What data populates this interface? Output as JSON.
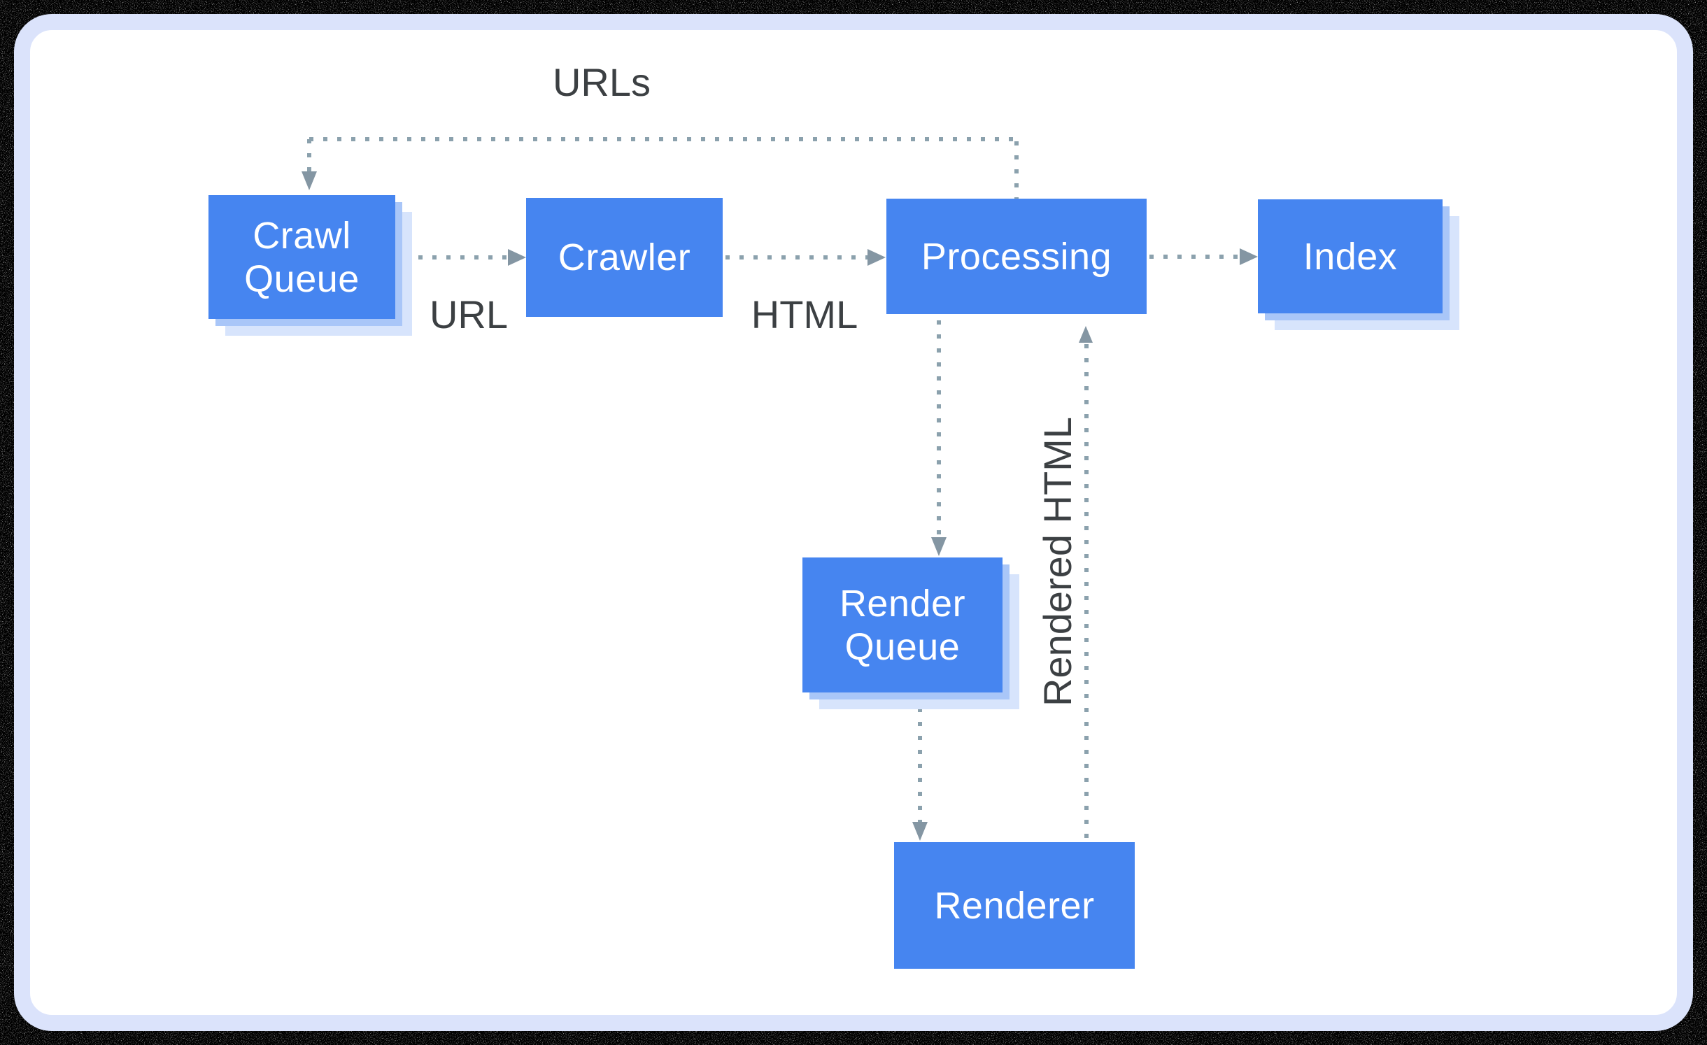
{
  "diagram": {
    "nodes": {
      "crawl_queue": {
        "label": "Crawl Queue",
        "lines": [
          "Crawl",
          "Queue"
        ],
        "shadowed": true
      },
      "crawler": {
        "label": "Crawler",
        "shadowed": false
      },
      "processing": {
        "label": "Processing",
        "shadowed": false
      },
      "index": {
        "label": "Index",
        "shadowed": true
      },
      "render_queue": {
        "label": "Render Queue",
        "lines": [
          "Render",
          "Queue"
        ],
        "shadowed": true
      },
      "renderer": {
        "label": "Renderer",
        "shadowed": false
      }
    },
    "labels": {
      "urls": "URLs",
      "url": "URL",
      "html": "HTML",
      "rendered_html": "Rendered HTML"
    },
    "edges": [
      {
        "from": "Crawl Queue",
        "to": "Crawler",
        "label": "URL",
        "style": "dotted"
      },
      {
        "from": "Crawler",
        "to": "Processing",
        "label": "HTML",
        "style": "dotted"
      },
      {
        "from": "Processing",
        "to": "Index",
        "label": "",
        "style": "dotted"
      },
      {
        "from": "Processing",
        "to": "Crawl Queue",
        "label": "URLs",
        "style": "dotted"
      },
      {
        "from": "Processing",
        "to": "Render Queue",
        "label": "",
        "style": "dotted"
      },
      {
        "from": "Render Queue",
        "to": "Renderer",
        "label": "",
        "style": "dotted"
      },
      {
        "from": "Renderer",
        "to": "Processing",
        "label": "Rendered HTML",
        "style": "dotted"
      }
    ]
  },
  "colors": {
    "node_fill": "#4685f0",
    "node_text": "#ffffff",
    "shadow_1": "#a9c6f8",
    "shadow_2": "#d7e4fc",
    "connector": "#8ba1ad",
    "arrow": "#8496a3",
    "label_text": "#3c4043",
    "frame_border": "#dbe3fb",
    "canvas": "#ffffff",
    "outside": "#000000"
  }
}
